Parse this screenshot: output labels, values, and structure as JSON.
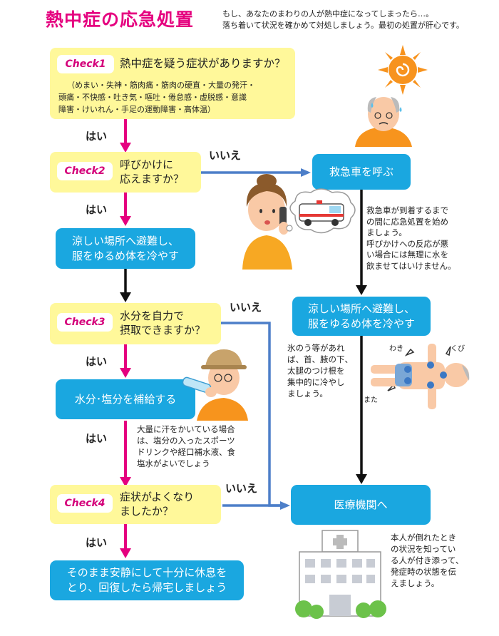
{
  "header": {
    "title": "熱中症の応急処置",
    "intro_line1": "もし、あなたのまわりの人が熱中症になってしまったら…。",
    "intro_line2": "落ち着いて状況を確かめて対処しましょう。最初の処置が肝心です。"
  },
  "check1": {
    "tag": "Check1",
    "question": "熱中症を疑う症状がありますか？",
    "symptoms_line1": "（めまい・失神・筋肉痛・筋肉の硬直・大量の発汗・",
    "symptoms_line2": "頭痛・不快感・吐き気・嘔吐・倦怠感・虚脱感・意識",
    "symptoms_line3": "障害・けいれん・手足の運動障害・高体温）"
  },
  "check2": {
    "tag": "Check2",
    "question_line1": "呼びかけに",
    "question_line2": "応えますか？"
  },
  "check3": {
    "tag": "Check3",
    "question_line1": "水分を自力で",
    "question_line2": "摂取できますか？"
  },
  "check4": {
    "tag": "Check4",
    "question_line1": "症状がよくなり",
    "question_line2": "ましたか？"
  },
  "labels": {
    "yes": "はい",
    "no": "いいえ"
  },
  "actions": {
    "cool1_line1": "涼しい場所へ避難し、",
    "cool1_line2": "服をゆるめ体を冷やす",
    "hydrate": "水分･塩分を補給する",
    "rest_line1": "そのまま安静にして十分に休息を",
    "rest_line2": "とり、回復したら帰宅しましょう",
    "ambulance": "救急車を呼ぶ",
    "cool2_line1": "涼しい場所へ避難し、",
    "cool2_line2": "服をゆるめ体を冷やす",
    "hospital": "医療機関へ"
  },
  "notes": {
    "ambulance_note": [
      "救急車が到着するまで",
      "の間に応急処置を始め",
      "ましょう。",
      "呼びかけへの反応が悪",
      "い場合には無理に水を",
      "飲ませてはいけません。"
    ],
    "hydrate_note": [
      "大量に汗をかいている場合",
      "は、塩分の入ったスポーツ",
      "ドリンクや経口補水液、食",
      "塩水がよいでしょう"
    ],
    "ice_note": [
      "氷のう等があれ",
      "ば、首、腋の下、",
      "太腿のつけ根を",
      "集中的に冷やし",
      "ましょう。"
    ],
    "hospital_note": [
      "本人が倒れたとき",
      "の状況を知ってい",
      "る人が付き添って、",
      "発症時の状態を伝",
      "えましょう。"
    ]
  },
  "body_labels": {
    "armpit": "わき",
    "neck": "くび",
    "thigh": "また"
  },
  "colors": {
    "title": "#e5007f",
    "yellow_box": "#fff89a",
    "blue_box": "#1aa7e0",
    "pink_arrow": "#e5007f",
    "blue_line": "#4d7fc9",
    "black_arrow": "#111111"
  },
  "icons": [
    "sun-icon",
    "elderly-man-sweating-icon",
    "woman-phone-icon",
    "ambulance-icon",
    "elderly-man-drinking-icon",
    "lying-person-icon",
    "hospital-icon"
  ]
}
